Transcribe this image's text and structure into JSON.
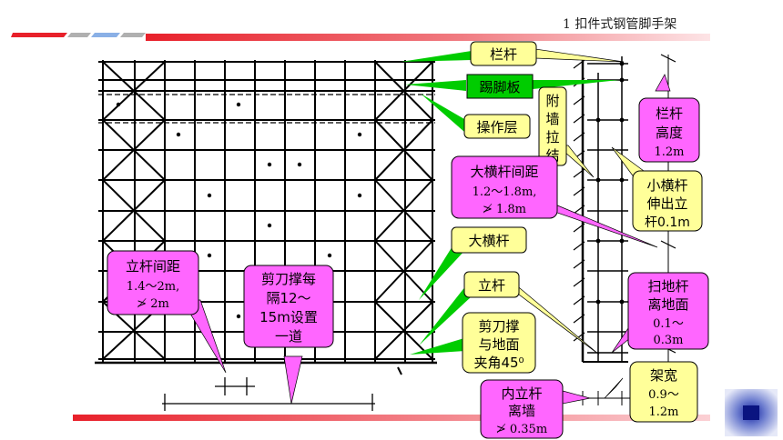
{
  "header": {
    "title": "1 扣件式钢管脚手架"
  },
  "colors": {
    "red": "#e8202a",
    "yellow_fill": "#ffff99",
    "magenta_fill": "#ff66ff",
    "green_fill": "#00cc00",
    "arrow_green": "#00cc00",
    "nav_blue": "#1a2a9a"
  },
  "labels": {
    "langan": "栏杆",
    "tijiaoban": "踢脚板",
    "caozuoceng": "操作层",
    "fuqiang": [
      "附",
      "墙",
      "拉",
      "结"
    ],
    "langan_height": [
      "栏杆",
      "高度",
      "1.2m"
    ],
    "dahenggan_spacing": [
      "大横杆间距",
      "1.2～1.8m,",
      "≯ 1.8m"
    ],
    "xiaohenggan": [
      "小横杆",
      "伸出立",
      "杆0.1m"
    ],
    "dahenggan": "大横杆",
    "ligan": "立杆",
    "saodigan": [
      "扫地杆",
      "离地面",
      "0.1～",
      "0.3m"
    ],
    "jiandaocheng_angle": [
      "剪刀撑",
      "与地面",
      "夹角45⁰"
    ],
    "ligan_spacing": [
      "立杆间距",
      "1.4～2m,",
      "≯ 2m"
    ],
    "jiandaocheng_every": [
      "剪刀撑每",
      "隔12～",
      "15m设置",
      "一道"
    ],
    "neiligan": [
      "内立杆",
      "离墙",
      "≯ 0.35m"
    ],
    "jiakuan": [
      "架宽",
      "0.9～",
      "1.2m"
    ]
  },
  "nav": {
    "icon": "play-forward-icon"
  }
}
